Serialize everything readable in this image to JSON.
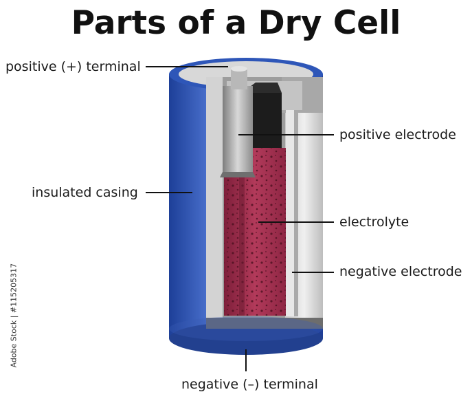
{
  "title": "Parts of a Dry Cell",
  "labels": {
    "positive_terminal": "positive (+) terminal",
    "positive_electrode": "positive electrode",
    "insulated_casing": "insulated casing",
    "electrolyte": "electrolyte",
    "negative_electrode": "negative electrode",
    "negative_terminal": "negative (–) terminal"
  },
  "watermark": "Adobe Stock | #115205317",
  "colors": {
    "casing_blue": "#2e56b8",
    "electrolyte_red": "#a3304f",
    "electrode_gray": "#8a8a8a",
    "carbon_black": "#1c1c1c"
  }
}
